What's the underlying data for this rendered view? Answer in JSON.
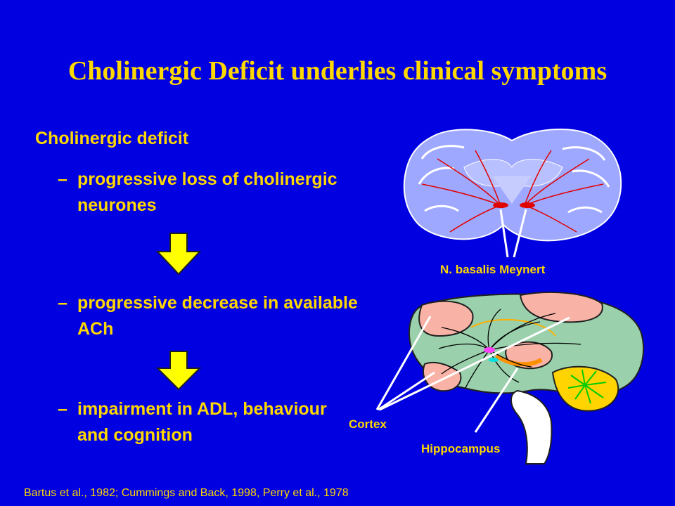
{
  "slide": {
    "title": "Cholinergic Deficit underlies clinical symptoms",
    "heading": "Cholinergic deficit",
    "bullets": [
      {
        "dash": "–",
        "text": "progressive loss of cholinergic neurones"
      },
      {
        "dash": "–",
        "text": "progressive decrease in available ACh"
      },
      {
        "dash": "–",
        "text": "impairment in ADL, behaviour and cognition"
      }
    ],
    "labels": {
      "nbm": "N. basalis Meynert",
      "cortex": "Cortex",
      "hippocampus": "Hippocampus"
    },
    "citation": "Bartus et al., 1982; Cummings and Back, 1998, Perry et al., 1978"
  },
  "colors": {
    "background": "#0000e0",
    "text": "#ffd800",
    "arrow_fill": "#ffff00",
    "brain_coronal": "#9fa8ff",
    "cortex_pink": "#f9b3a6",
    "brain_green": "#9ad0ac",
    "cerebellum": "#ffd400",
    "pathway_red": "#e00000"
  },
  "icons": [
    "down-arrow-icon",
    "coronal-brain-diagram",
    "sagittal-brain-diagram"
  ]
}
